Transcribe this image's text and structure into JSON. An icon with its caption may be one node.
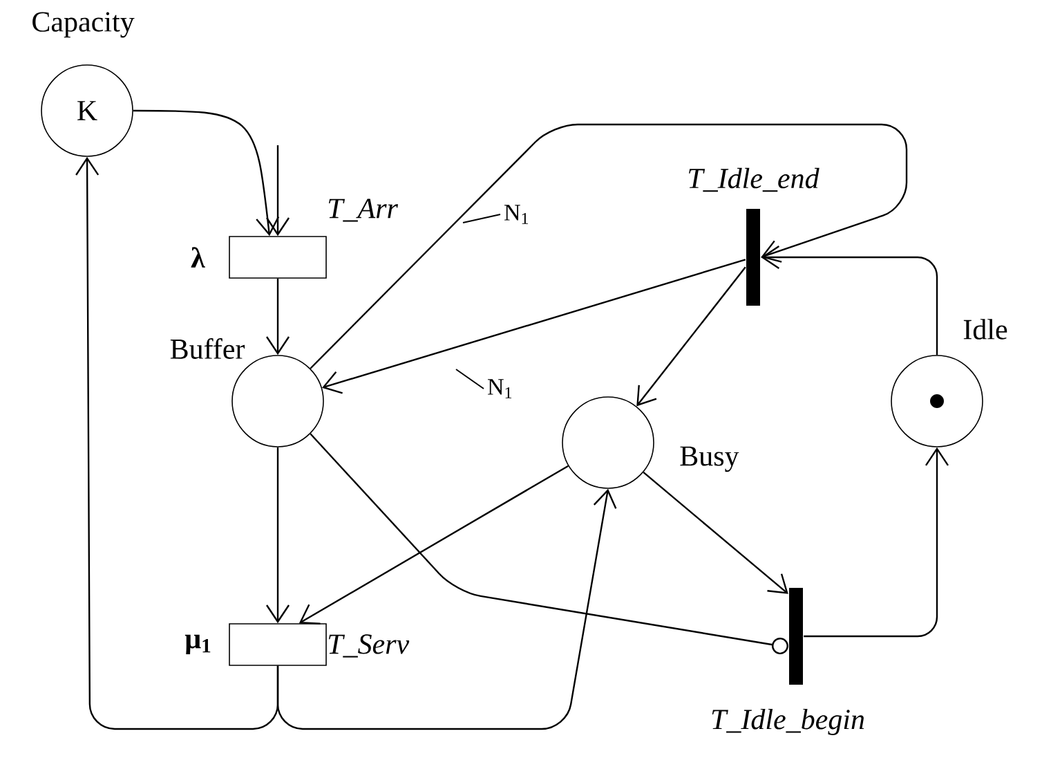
{
  "diagram": {
    "nodes": [
      {
        "text": [
          "K"
        ],
        "beside": [
          "Capacity"
        ]
      },
      {
        "text": [],
        "shape": "box",
        "beside": [
          "**λ**",
          "*T_Arr*"
        ]
      },
      {
        "text": [],
        "shape": "circle",
        "beside": [
          "Buffer"
        ]
      },
      {
        "text": [],
        "shape": "bar",
        "beside": [
          "*T_Idle_end*"
        ]
      },
      {
        "text": [],
        "shape": "circle",
        "beside": [
          "Busy"
        ]
      },
      {
        "text": [],
        "shape": "circle",
        "beside": [
          "Idle"
        ]
      },
      {
        "text": [],
        "shape": "box",
        "beside": [
          "**μ$_{1}$**",
          "*T_Serv*"
        ]
      },
      {
        "text": [],
        "shape": "bar",
        "beside": [
          "*T_Idle_begin*"
        ]
      }
    ],
    "edges": [
      {
        "from": null,
        "to": 1,
        "arrow": "to"
      },
      {
        "from": 0,
        "to": 1,
        "arrow": "to"
      },
      {
        "from": 1,
        "to": 2,
        "arrow": "to"
      },
      {
        "from": 2,
        "to": 3,
        "arrow": "to",
        "label": "N$_{1}$"
      },
      {
        "from": 3,
        "to": 2,
        "arrow": "to",
        "label": "N$_{1}$"
      },
      {
        "from": 3,
        "to": 4,
        "arrow": "to"
      },
      {
        "from": 5,
        "to": 3,
        "arrow": "to"
      },
      {
        "from": 2,
        "to": 6,
        "arrow": "to"
      },
      {
        "from": 4,
        "to": 6,
        "arrow": "to"
      },
      {
        "from": 6,
        "to": 0,
        "arrow": "to"
      },
      {
        "from": 6,
        "to": 4,
        "arrow": "to"
      },
      {
        "from": 4,
        "to": 7,
        "arrow": "to"
      },
      {
        "from": 2,
        "to": 7,
        "arrow": "other"
      },
      {
        "from": 7,
        "to": 5,
        "arrow": "to"
      }
    ]
  }
}
